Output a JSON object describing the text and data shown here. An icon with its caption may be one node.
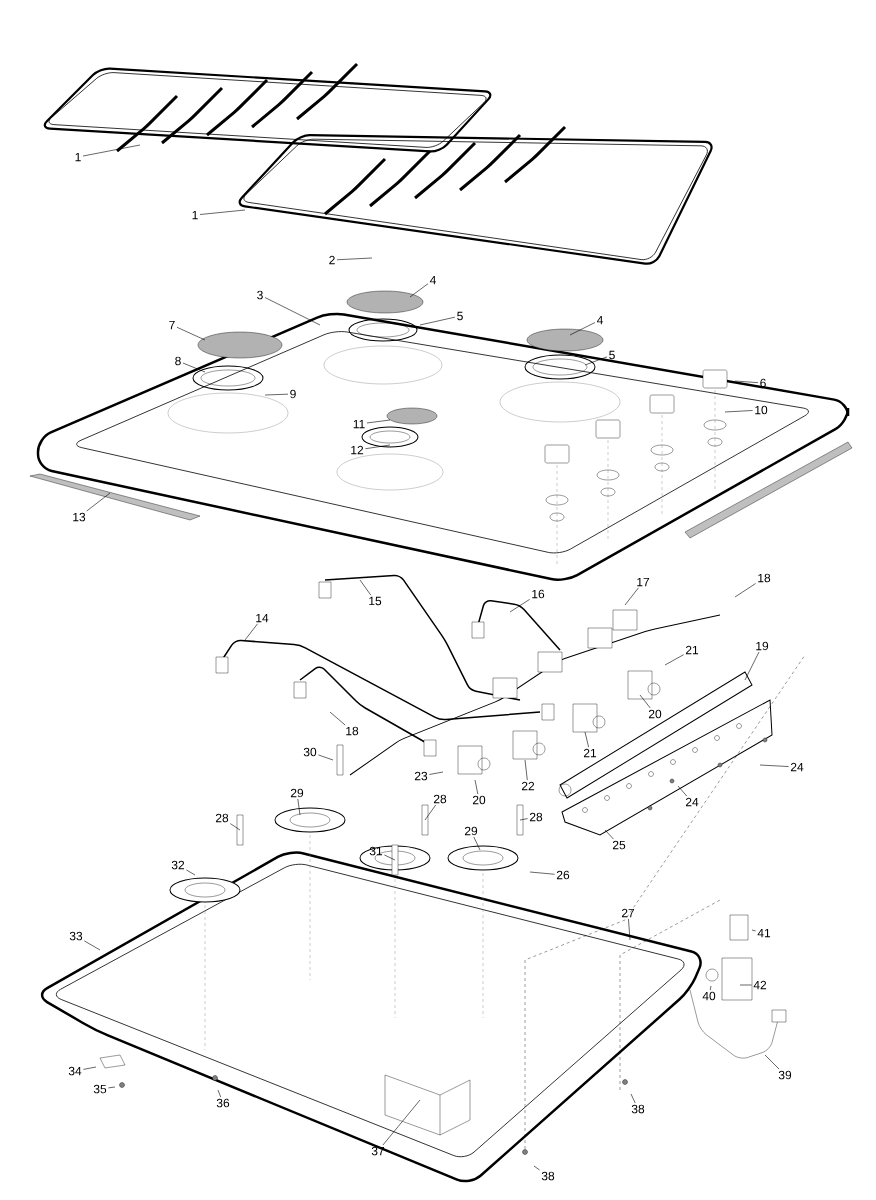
{
  "diagram": {
    "nodes": [
      {
        "text": [
          "1"
        ]
      },
      {
        "text": [
          "1"
        ]
      },
      {
        "text": [
          "2"
        ]
      },
      {
        "text": [
          "3"
        ]
      },
      {
        "text": [
          "4"
        ]
      },
      {
        "text": [
          "4"
        ]
      },
      {
        "text": [
          "5"
        ]
      },
      {
        "text": [
          "5"
        ]
      },
      {
        "text": [
          "6"
        ]
      },
      {
        "text": [
          "7"
        ]
      },
      {
        "text": [
          "8"
        ]
      },
      {
        "text": [
          "9"
        ]
      },
      {
        "text": [
          "10"
        ]
      },
      {
        "text": [
          "11"
        ]
      },
      {
        "text": [
          "12"
        ]
      },
      {
        "text": [
          "13"
        ]
      },
      {
        "text": [
          "14"
        ]
      },
      {
        "text": [
          "15"
        ]
      },
      {
        "text": [
          "16"
        ]
      },
      {
        "text": [
          "17"
        ]
      },
      {
        "text": [
          "18"
        ]
      },
      {
        "text": [
          "18"
        ]
      },
      {
        "text": [
          "19"
        ]
      },
      {
        "text": [
          "20"
        ]
      },
      {
        "text": [
          "21"
        ]
      },
      {
        "text": [
          "21"
        ]
      },
      {
        "text": [
          "22"
        ]
      },
      {
        "text": [
          "20"
        ]
      },
      {
        "text": [
          "23"
        ]
      },
      {
        "text": [
          "24"
        ]
      },
      {
        "text": [
          "24"
        ]
      },
      {
        "text": [
          "25"
        ]
      },
      {
        "text": [
          "26"
        ]
      },
      {
        "text": [
          "27"
        ]
      },
      {
        "text": [
          "28"
        ]
      },
      {
        "text": [
          "28"
        ]
      },
      {
        "text": [
          "28"
        ]
      },
      {
        "text": [
          "29"
        ]
      },
      {
        "text": [
          "29"
        ]
      },
      {
        "text": [
          "30"
        ]
      },
      {
        "text": [
          "31"
        ]
      },
      {
        "text": [
          "32"
        ]
      },
      {
        "text": [
          "33"
        ]
      },
      {
        "text": [
          "34"
        ]
      },
      {
        "text": [
          "35"
        ]
      },
      {
        "text": [
          "36"
        ]
      },
      {
        "text": [
          "37"
        ]
      },
      {
        "text": [
          "38"
        ]
      },
      {
        "text": [
          "38"
        ]
      },
      {
        "text": [
          "39"
        ]
      },
      {
        "text": [
          "40"
        ]
      },
      {
        "text": [
          "41"
        ]
      },
      {
        "text": [
          "42"
        ]
      }
    ],
    "edges": [
      {
        "from": 0,
        "to": null,
        "arrow": "none"
      },
      {
        "from": 1,
        "to": null,
        "arrow": "none"
      },
      {
        "from": 2,
        "to": null,
        "arrow": "none"
      },
      {
        "from": 3,
        "to": null,
        "arrow": "none"
      },
      {
        "from": 4,
        "to": null,
        "arrow": "none"
      },
      {
        "from": 5,
        "to": null,
        "arrow": "none"
      },
      {
        "from": 6,
        "to": null,
        "arrow": "none"
      },
      {
        "from": 7,
        "to": null,
        "arrow": "none"
      },
      {
        "from": 8,
        "to": null,
        "arrow": "none"
      },
      {
        "from": 9,
        "to": null,
        "arrow": "none"
      },
      {
        "from": 10,
        "to": null,
        "arrow": "none"
      },
      {
        "from": 11,
        "to": null,
        "arrow": "none"
      },
      {
        "from": 12,
        "to": null,
        "arrow": "none"
      },
      {
        "from": 13,
        "to": null,
        "arrow": "none"
      },
      {
        "from": 14,
        "to": null,
        "arrow": "none"
      },
      {
        "from": 15,
        "to": null,
        "arrow": "none"
      },
      {
        "from": 16,
        "to": null,
        "arrow": "none"
      },
      {
        "from": 17,
        "to": null,
        "arrow": "none"
      },
      {
        "from": 18,
        "to": null,
        "arrow": "none"
      },
      {
        "from": 19,
        "to": null,
        "arrow": "none"
      },
      {
        "from": 20,
        "to": null,
        "arrow": "none"
      },
      {
        "from": 21,
        "to": null,
        "arrow": "none"
      },
      {
        "from": 22,
        "to": null,
        "arrow": "none"
      },
      {
        "from": 23,
        "to": null,
        "arrow": "none"
      },
      {
        "from": 24,
        "to": null,
        "arrow": "none"
      },
      {
        "from": 25,
        "to": null,
        "arrow": "none"
      },
      {
        "from": 26,
        "to": null,
        "arrow": "none"
      },
      {
        "from": 27,
        "to": null,
        "arrow": "none"
      },
      {
        "from": 28,
        "to": null,
        "arrow": "none"
      },
      {
        "from": 29,
        "to": null,
        "arrow": "none"
      },
      {
        "from": 30,
        "to": null,
        "arrow": "none"
      },
      {
        "from": 31,
        "to": null,
        "arrow": "none"
      },
      {
        "from": 32,
        "to": null,
        "arrow": "none"
      },
      {
        "from": 33,
        "to": null,
        "arrow": "none"
      },
      {
        "from": 34,
        "to": null,
        "arrow": "none"
      },
      {
        "from": 35,
        "to": null,
        "arrow": "none"
      },
      {
        "from": 36,
        "to": null,
        "arrow": "none"
      },
      {
        "from": 37,
        "to": null,
        "arrow": "none"
      },
      {
        "from": 38,
        "to": null,
        "arrow": "none"
      },
      {
        "from": 39,
        "to": null,
        "arrow": "none"
      },
      {
        "from": 40,
        "to": null,
        "arrow": "none"
      },
      {
        "from": 41,
        "to": null,
        "arrow": "none"
      },
      {
        "from": 42,
        "to": null,
        "arrow": "none"
      },
      {
        "from": 43,
        "to": null,
        "arrow": "none"
      },
      {
        "from": 44,
        "to": null,
        "arrow": "none"
      },
      {
        "from": 45,
        "to": null,
        "arrow": "none"
      },
      {
        "from": 46,
        "to": null,
        "arrow": "none"
      },
      {
        "from": 47,
        "to": null,
        "arrow": "none"
      },
      {
        "from": 48,
        "to": null,
        "arrow": "none"
      },
      {
        "from": 49,
        "to": null,
        "arrow": "none"
      },
      {
        "from": 50,
        "to": null,
        "arrow": "none"
      },
      {
        "from": 51,
        "to": null,
        "arrow": "none"
      },
      {
        "from": 52,
        "to": null,
        "arrow": "none"
      }
    ]
  }
}
